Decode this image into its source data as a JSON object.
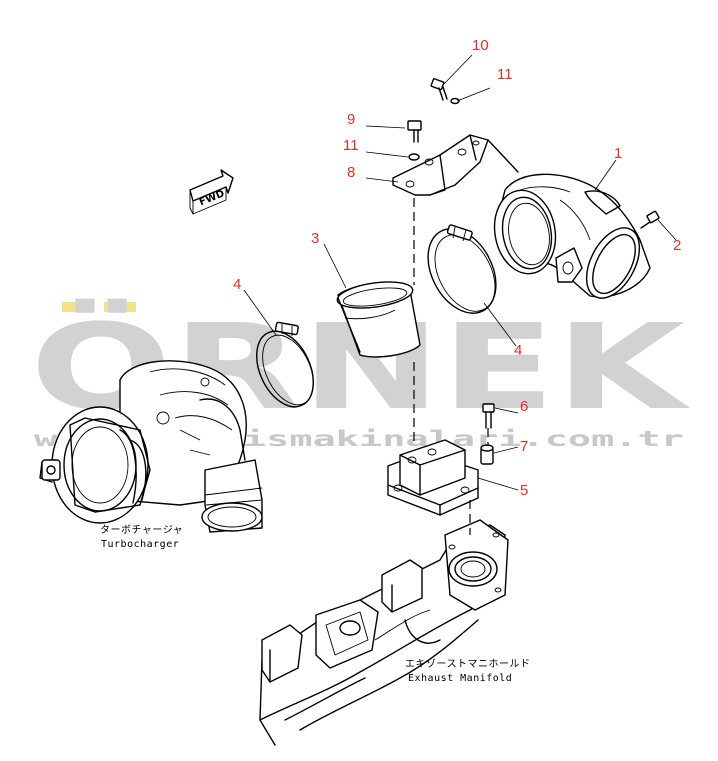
{
  "watermark": {
    "brand": "ÖRNEK",
    "url": "www.ornekismakinalari.com.tr"
  },
  "fwd_label": "FWD",
  "callouts": [
    {
      "id": "c10",
      "text": "10"
    },
    {
      "id": "c11a",
      "text": "11"
    },
    {
      "id": "c9",
      "text": "9"
    },
    {
      "id": "c11b",
      "text": "11"
    },
    {
      "id": "c8",
      "text": "8"
    },
    {
      "id": "c1",
      "text": "1"
    },
    {
      "id": "c2",
      "text": "2"
    },
    {
      "id": "c3",
      "text": "3"
    },
    {
      "id": "c4a",
      "text": "4"
    },
    {
      "id": "c4b",
      "text": "4"
    },
    {
      "id": "c6",
      "text": "6"
    },
    {
      "id": "c7",
      "text": "7"
    },
    {
      "id": "c5",
      "text": "5"
    }
  ],
  "labels": {
    "turbo_jp": "ターボチャージャ",
    "turbo_en": "Turbocharger",
    "manifold_jp": "エキゾーストマニホールド",
    "manifold_en": "Exhaust Manifold"
  },
  "colors": {
    "callout": "#e0302a",
    "watermark": "#d2d2d2",
    "watermark_accent": "#f3e28a"
  }
}
